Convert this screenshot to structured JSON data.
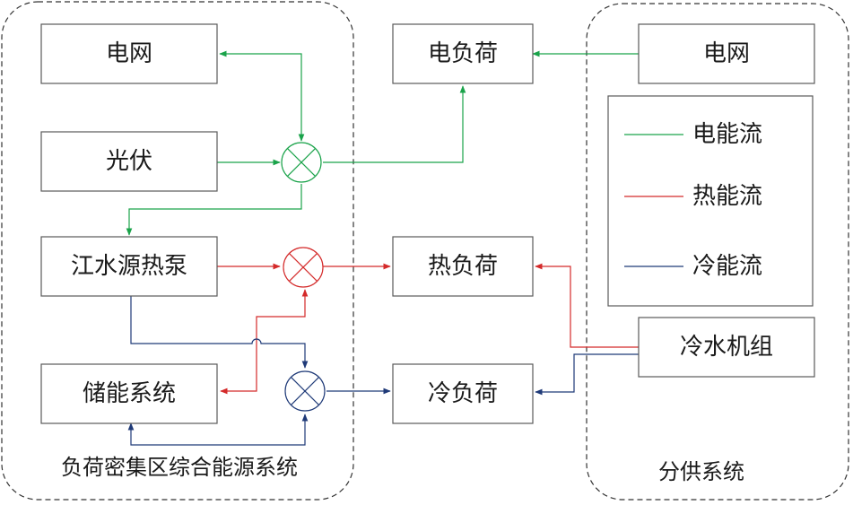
{
  "groups": {
    "integrated": "负荷密集区综合能源系统",
    "separate": "分供系统"
  },
  "nodes": {
    "grid_left": "电网",
    "pv": "光伏",
    "heat_pump": "江水源热泵",
    "storage": "储能系统",
    "elec_load": "电负荷",
    "heat_load": "热负荷",
    "cool_load": "冷负荷",
    "grid_right": "电网",
    "chiller": "冷水机组"
  },
  "legend": {
    "electric": "电能流",
    "heat": "热能流",
    "cold": "冷能流"
  },
  "colors": {
    "electric": "#1aa34a",
    "heat": "#d42a2a",
    "cold": "#1f3a78"
  }
}
